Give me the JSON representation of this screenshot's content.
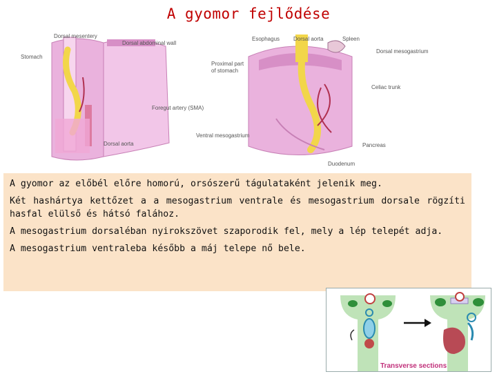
{
  "title": "A  gyomor fejlődése",
  "figure": {
    "labels": {
      "dorsal_mesentery": "Dorsal mesentery",
      "dorsal_abdominal_wall": "Dorsal abdominal wall",
      "stomach": "Stomach",
      "foregut_artery": "Foregut artery (SMA)",
      "dorsal_aorta": "Dorsal aorta",
      "esophagus": "Esophagus",
      "dorsal_aorta_2": "Dorsal aorta",
      "spleen": "Spleen",
      "dorsal_mesogastrium": "Dorsal mesogastrium",
      "proximal_part_1": "Proximal part",
      "proximal_part_2": "of stomach",
      "celiac_trunk": "Celiac trunk",
      "ventral_mesogastrium": "Ventral mesogastrium",
      "pancreas": "Pancreas",
      "duodenum": "Duodenum"
    }
  },
  "paragraphs": [
    "A gyomor az előbél előre homorú, orsószerű tágulataként jelenik meg.",
    "Két hashártya kettőzet a a mesogastrium ventrale és  mesogastrium dorsale rögzíti hasfal elülső és hátsó falához.",
    "A mesogastrium dorsaléban nyirokszövet szaporodik fel, mely a lép telepét adja.",
    "A mesogastrium ventraleba később a máj telepe nő bele."
  ],
  "sections_caption": "Transverse sections",
  "colors": {
    "title": "#c00000",
    "text_box_bg": "#fbe3c8",
    "tissue_pink": "#e9a6d6",
    "stomach_yellow": "#f2d64a",
    "caption_magenta": "#c0307a"
  }
}
